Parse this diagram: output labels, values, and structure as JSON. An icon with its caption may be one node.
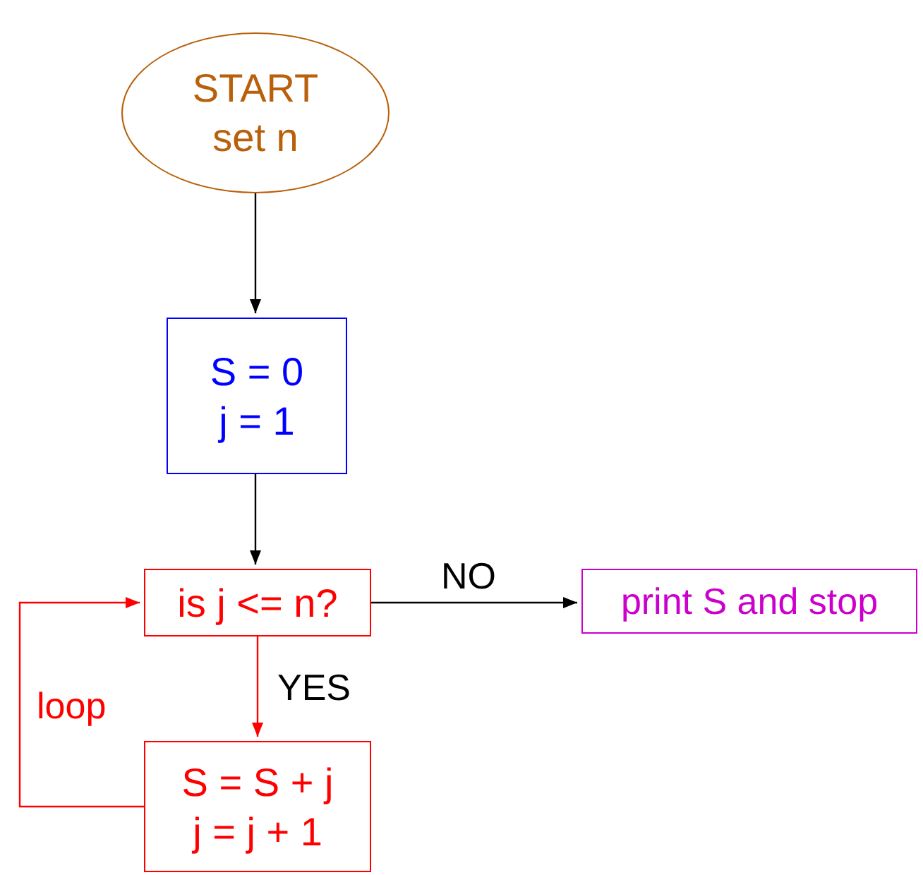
{
  "diagram": {
    "nodes": [
      {
        "text": [
          "START",
          "set n"
        ]
      },
      {
        "text": [
          "S = 0",
          "j = 1"
        ]
      },
      {
        "text": [
          "is j <= n?"
        ]
      },
      {
        "text": [
          "print S and stop"
        ]
      },
      {
        "text": [
          "S = S + j",
          "j = j + 1"
        ]
      }
    ],
    "edges": [
      {
        "from": 0,
        "to": 1,
        "arrow": "to"
      },
      {
        "from": 1,
        "to": 2,
        "arrow": "to"
      },
      {
        "from": 2,
        "to": 3,
        "arrow": "to",
        "label": "NO"
      },
      {
        "from": 2,
        "to": 4,
        "arrow": "to",
        "label": "YES",
        "color": "#ff0000"
      },
      {
        "from": 4,
        "to": 2,
        "arrow": "to",
        "label": "loop",
        "color": "#ff0000"
      }
    ]
  }
}
